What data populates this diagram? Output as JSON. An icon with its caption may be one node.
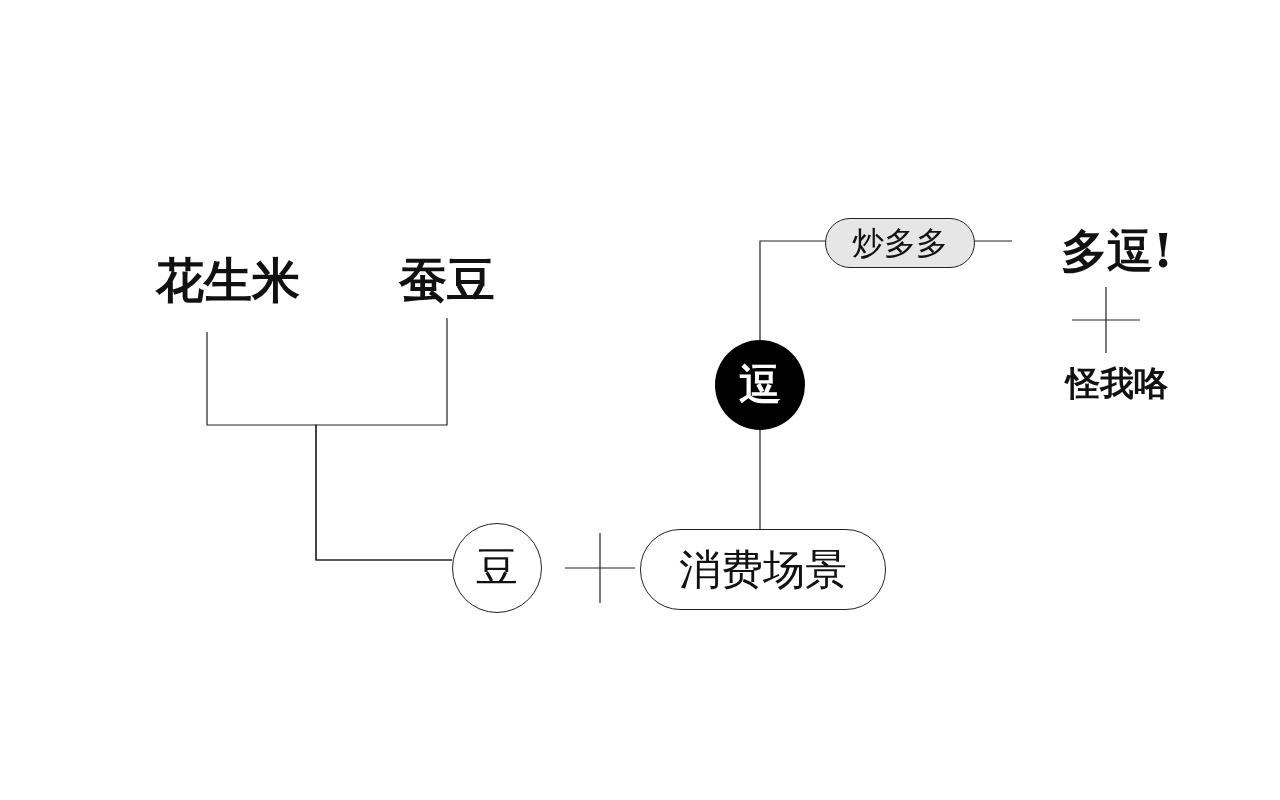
{
  "diagram": {
    "nodes": [
      {
        "text": [
          "花生米"
        ]
      },
      {
        "text": [
          "蚕豆"
        ]
      },
      {
        "text": [
          "豆"
        ]
      },
      {
        "text": [
          "消费场景"
        ]
      },
      {
        "text": [
          "逗"
        ]
      },
      {
        "text": [
          "炒多多"
        ]
      },
      {
        "text": [
          "多逗!"
        ]
      },
      {
        "text": [
          "怪我咯"
        ]
      }
    ],
    "edges": [
      {
        "from": 0,
        "to": 2,
        "arrow": "none"
      },
      {
        "from": 1,
        "to": 2,
        "arrow": "none"
      },
      {
        "from": 3,
        "to": 4,
        "arrow": "none"
      },
      {
        "from": 4,
        "to": 5,
        "arrow": "none"
      },
      {
        "from": 5,
        "to": 6,
        "arrow": "none"
      }
    ]
  }
}
